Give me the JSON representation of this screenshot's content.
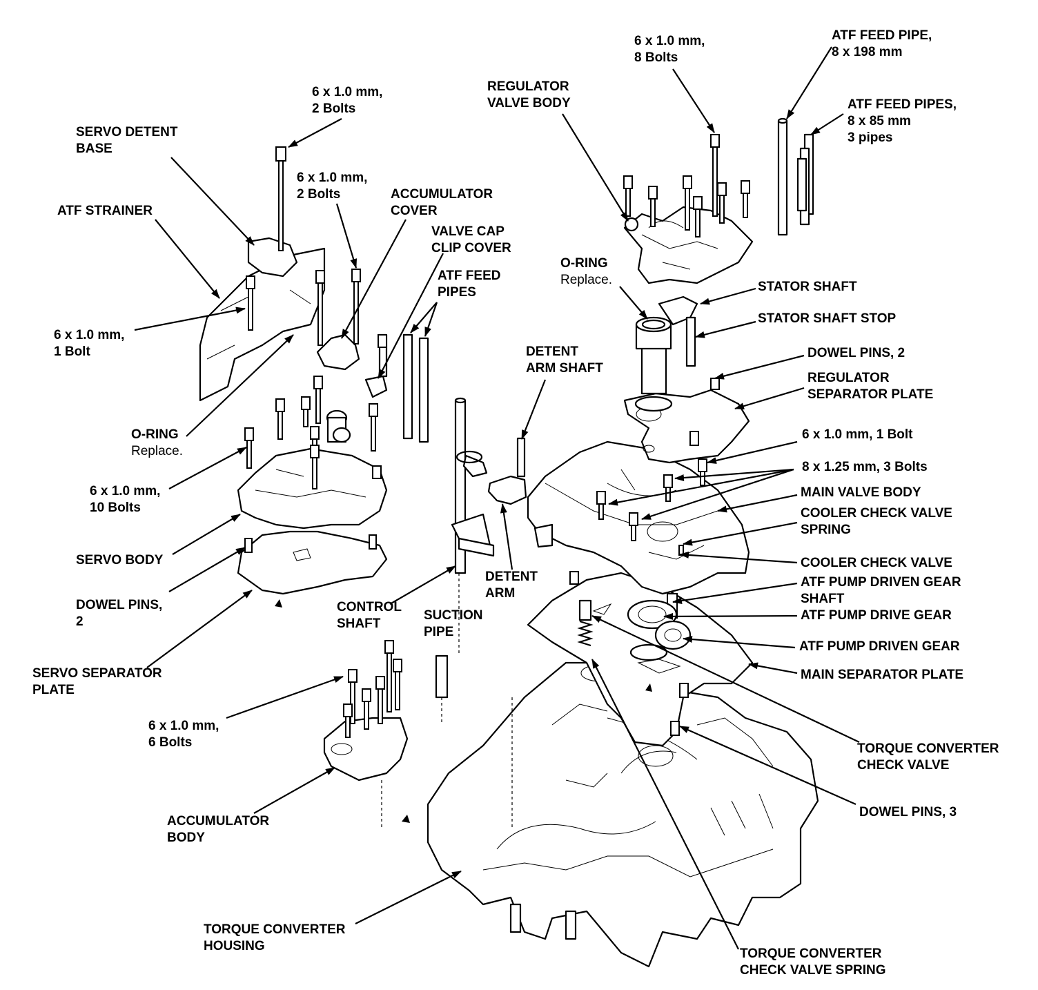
{
  "labels": {
    "bolts_2_top": [
      "6 x 1.0 mm,",
      "2 Bolts"
    ],
    "servo_detent_base": [
      "SERVO DETENT",
      "BASE"
    ],
    "bolts_2_mid": [
      "6 x 1.0 mm,",
      "2 Bolts"
    ],
    "accumulator_cover": [
      "ACCUMULATOR",
      "COVER"
    ],
    "atf_strainer": [
      "ATF STRAINER"
    ],
    "valve_cap_clip_cover": [
      "VALVE CAP",
      "CLIP COVER"
    ],
    "atf_feed_pipes_left": [
      "ATF FEED",
      "PIPES"
    ],
    "bolt_1_left": [
      "6 x 1.0 mm,",
      "1 Bolt"
    ],
    "o_ring_left": [
      "O-RING",
      "Replace."
    ],
    "bolts_10": [
      "6 x 1.0 mm,",
      "10 Bolts"
    ],
    "servo_body": [
      "SERVO BODY"
    ],
    "dowel_pins_2_left": [
      "DOWEL PINS,",
      "2"
    ],
    "servo_separator_plate": [
      "SERVO SEPARATOR",
      "PLATE"
    ],
    "bolts_6": [
      "6 x 1.0 mm,",
      "6 Bolts"
    ],
    "accumulator_body": [
      "ACCUMULATOR",
      "BODY"
    ],
    "torque_converter_housing": [
      "TORQUE CONVERTER",
      "HOUSING"
    ],
    "control_shaft": [
      "CONTROL",
      "SHAFT"
    ],
    "suction_pipe": [
      "SUCTION",
      "PIPE"
    ],
    "detent_arm_shaft": [
      "DETENT",
      "ARM SHAFT"
    ],
    "detent_arm": [
      "DETENT",
      "ARM"
    ],
    "bolts_8_top": [
      "6 x 1.0 mm,",
      "8 Bolts"
    ],
    "regulator_valve_body": [
      "REGULATOR",
      "VALVE BODY"
    ],
    "atf_feed_pipe_198": [
      "ATF FEED PIPE,",
      "8 x 198 mm"
    ],
    "atf_feed_pipes_85": [
      "ATF FEED PIPES,",
      "8 x 85 mm",
      "3 pipes"
    ],
    "o_ring_right": [
      "O-RING",
      "Replace."
    ],
    "stator_shaft": [
      "STATOR SHAFT"
    ],
    "stator_shaft_stop": [
      "STATOR SHAFT STOP"
    ],
    "dowel_pins_2_right": [
      "DOWEL PINS, 2"
    ],
    "regulator_separator_plate": [
      "REGULATOR",
      "SEPARATOR PLATE"
    ],
    "bolt_1_right": [
      "6 x 1.0 mm, 1 Bolt"
    ],
    "bolts_3_125": [
      "8 x 1.25 mm, 3 Bolts"
    ],
    "main_valve_body": [
      "MAIN VALVE BODY"
    ],
    "cooler_check_valve_spring": [
      "COOLER CHECK VALVE",
      "SPRING"
    ],
    "cooler_check_valve": [
      "COOLER CHECK VALVE"
    ],
    "atf_pump_driven_gear_shaft": [
      "ATF PUMP DRIVEN GEAR",
      "SHAFT"
    ],
    "atf_pump_drive_gear": [
      "ATF PUMP DRIVE GEAR"
    ],
    "atf_pump_driven_gear": [
      "ATF PUMP DRIVEN GEAR"
    ],
    "main_separator_plate": [
      "MAIN SEPARATOR PLATE"
    ],
    "torque_converter_check_valve": [
      "TORQUE CONVERTER",
      "CHECK VALVE"
    ],
    "dowel_pins_3": [
      "DOWEL PINS, 3"
    ],
    "torque_converter_check_valve_spring": [
      "TORQUE CONVERTER",
      "CHECK VALVE SPRING"
    ]
  }
}
